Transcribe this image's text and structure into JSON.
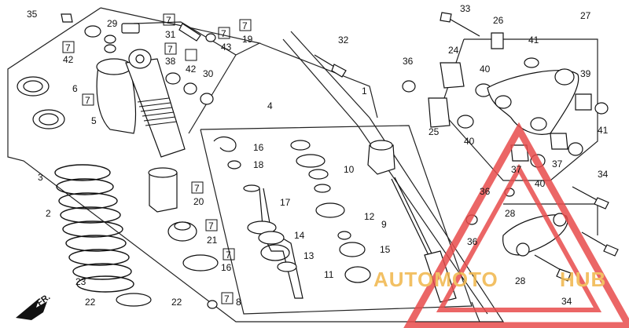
{
  "diagram": {
    "callouts": [
      "35",
      "29",
      "7",
      "31",
      "7",
      "19",
      "7",
      "43",
      "32",
      "33",
      "26",
      "27",
      "42",
      "7",
      "38",
      "7",
      "42",
      "30",
      "36",
      "24",
      "41",
      "39",
      "6",
      "7",
      "4",
      "1",
      "40",
      "5",
      "25",
      "40",
      "41",
      "3",
      "16",
      "18",
      "10",
      "37",
      "37",
      "40",
      "34",
      "36",
      "28",
      "2",
      "7",
      "20",
      "17",
      "12",
      "9",
      "7",
      "21",
      "14",
      "36",
      "15",
      "7",
      "16",
      "13",
      "23",
      "11",
      "28",
      "22",
      "22",
      "7",
      "8",
      "34"
    ],
    "direction_label": "FR.",
    "watermark": {
      "left": "AUTOMOTO",
      "right": "HUB",
      "color": "#e84c4c",
      "accent": "#f0b64a"
    }
  }
}
